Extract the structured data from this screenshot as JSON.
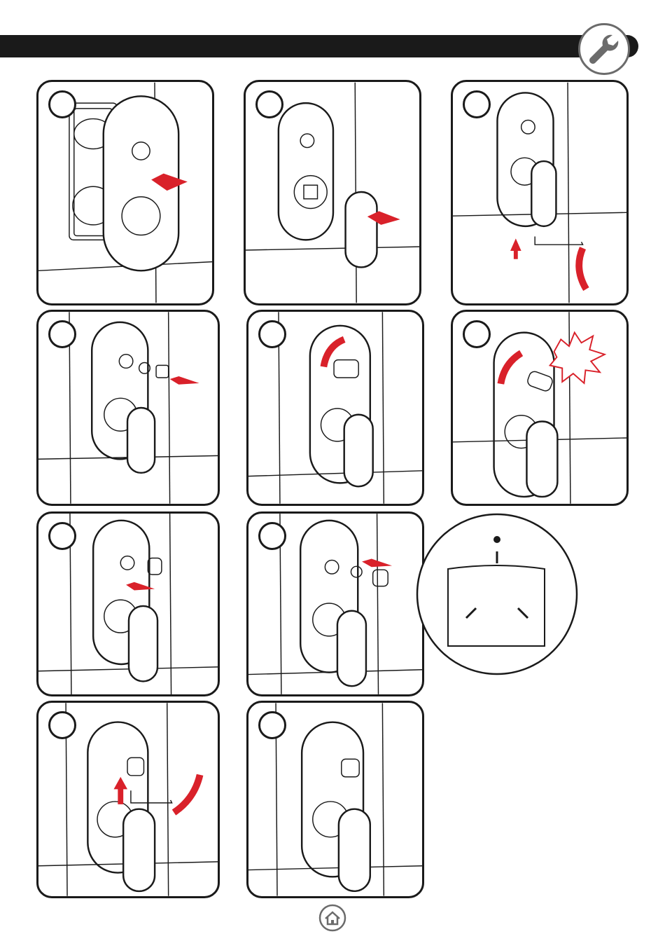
{
  "header": {
    "tool_icon": "wrench-icon"
  },
  "steps": [
    {
      "id": 1
    },
    {
      "id": 2
    },
    {
      "id": 3
    },
    {
      "id": 4
    },
    {
      "id": 5
    },
    {
      "id": 6
    },
    {
      "id": 7
    },
    {
      "id": 8
    },
    {
      "id": 9
    },
    {
      "id": 10
    }
  ],
  "colors": {
    "arrow": "#d9212a",
    "line": "#1a1a1a",
    "ring": "#6b6b6b"
  },
  "footer": {
    "home_icon": "home-icon"
  }
}
